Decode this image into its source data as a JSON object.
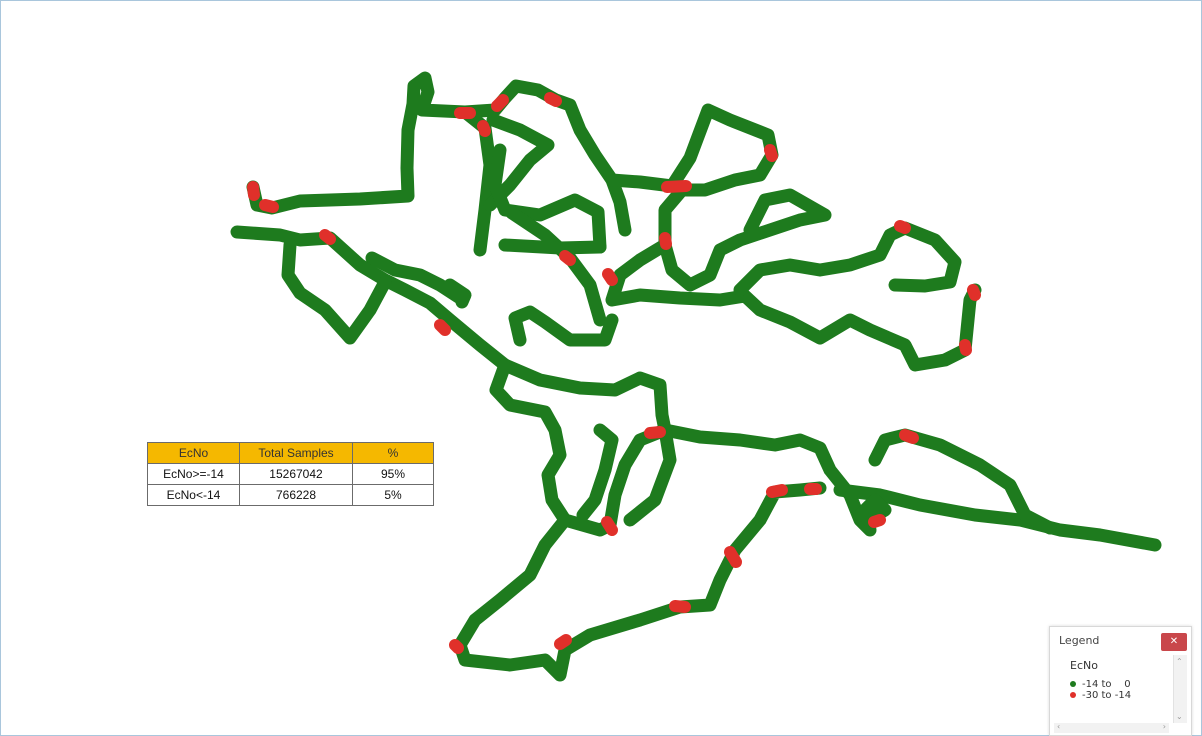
{
  "map": {
    "colors": {
      "good": "#1e7b1e",
      "bad": "#e0302a",
      "frame": "#a9c6dc"
    }
  },
  "stats_table": {
    "headers": [
      "EcNo",
      "Total Samples",
      "%"
    ],
    "rows": [
      [
        "EcNo>=-14",
        "15267042",
        "95%"
      ],
      [
        "EcNo<-14",
        "766228",
        "5%"
      ]
    ]
  },
  "legend": {
    "title": "Legend",
    "close_icon": "close-icon",
    "layer_name": "EcNo",
    "items": [
      {
        "label": "-14 to    0",
        "color": "#1e7b1e"
      },
      {
        "label": "-30 to -14",
        "color": "#e0302a"
      }
    ]
  }
}
